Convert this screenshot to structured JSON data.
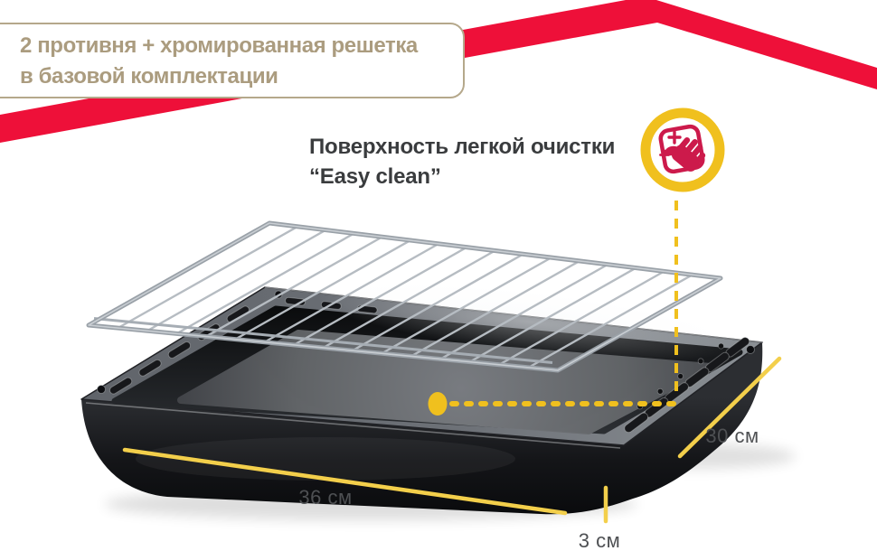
{
  "colors": {
    "ribbon_red": "#ee1039",
    "tan": "#ab9c7f",
    "tan_border": "#b5a88b",
    "dark_text": "#3a3c3e",
    "accent_yellow": "#f0c01e",
    "dim_yellow": "#f3cf4b",
    "label_gray": "#4e5053",
    "icon_red": "#cc1a4b"
  },
  "promo_banner": {
    "line1": "2 противня + хромированная решетка",
    "line2": "в базовой комплектации"
  },
  "easy_clean": {
    "line1": "Поверхность легкой очистки",
    "line2": "“Easy clean”"
  },
  "dimensions": {
    "width": "36 см",
    "depth": "30 см",
    "height": "3 см"
  },
  "icons": {
    "badge": "wipe-hand-easy-clean-icon"
  }
}
